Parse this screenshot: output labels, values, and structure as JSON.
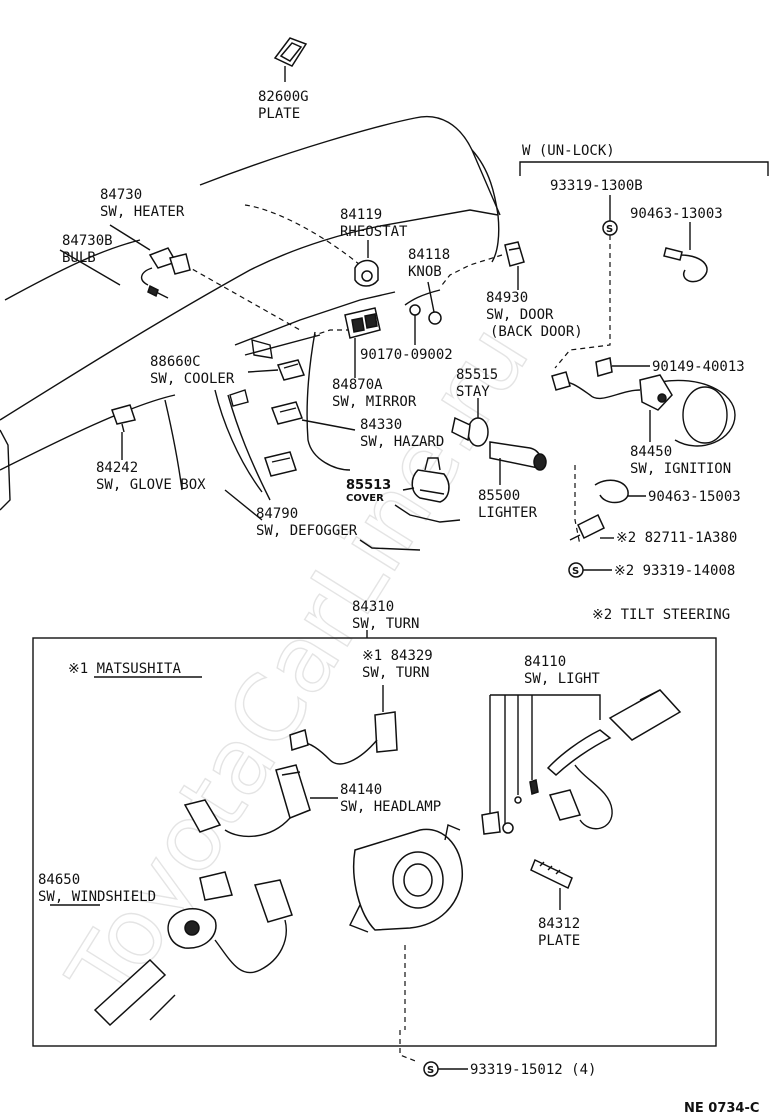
{
  "watermark": "ToyotaCarLine.ru",
  "footer_code": "NE 0734-C",
  "header_lock": "W (UN-LOCK)",
  "tilt_note": "※2 TILT STEERING",
  "panel_note": "※1 MATSUSHITA",
  "symbol_s": "S",
  "parts": {
    "p82600g": {
      "no": "82600G",
      "name": "PLATE"
    },
    "p84730": {
      "no": "84730",
      "name": "SW, HEATER"
    },
    "p84730b": {
      "no": "84730B",
      "name": "BULB"
    },
    "p84119": {
      "no": "84119",
      "name": "RHEOSTAT"
    },
    "p84118": {
      "no": "84118",
      "name": "KNOB"
    },
    "p84930": {
      "no": "84930",
      "name": "SW, DOOR",
      "name2": "(BACK DOOR)"
    },
    "p93319_1300b": {
      "no": "93319-1300B"
    },
    "p90463_13003": {
      "no": "90463-13003"
    },
    "p88660c": {
      "no": "88660C",
      "name": "SW, COOLER"
    },
    "p90170": {
      "no": "90170-09002"
    },
    "p84870a": {
      "no": "84870A",
      "name": "SW, MIRROR"
    },
    "p85515": {
      "no": "85515",
      "name": "STAY"
    },
    "p90149": {
      "no": "90149-40013"
    },
    "p84330": {
      "no": "84330",
      "name": "SW, HAZARD"
    },
    "p84450": {
      "no": "84450",
      "name": "SW, IGNITION"
    },
    "p84242": {
      "no": "84242",
      "name": "SW, GLOVE BOX"
    },
    "p85513": {
      "no": "85513",
      "name": "COVER"
    },
    "p85500": {
      "no": "85500",
      "name": "LIGHTER"
    },
    "p90463_15003": {
      "no": "90463-15003"
    },
    "p84790": {
      "no": "84790",
      "name": "SW, DEFOGGER"
    },
    "p82711": {
      "no": "※2 82711-1A380"
    },
    "p93319_14008": {
      "no": "※2 93319-14008"
    },
    "p84310": {
      "no": "84310",
      "name": "SW, TURN"
    },
    "p84329": {
      "no": "※1 84329",
      "name": "SW, TURN"
    },
    "p84110": {
      "no": "84110",
      "name": "SW, LIGHT"
    },
    "p84140": {
      "no": "84140",
      "name": "SW, HEADLAMP"
    },
    "p84650": {
      "no": "84650",
      "name": "SW, WINDSHIELD"
    },
    "p84312": {
      "no": "84312",
      "name": "PLATE"
    },
    "p93319_15012": {
      "no": "93319-15012 (4)"
    }
  }
}
